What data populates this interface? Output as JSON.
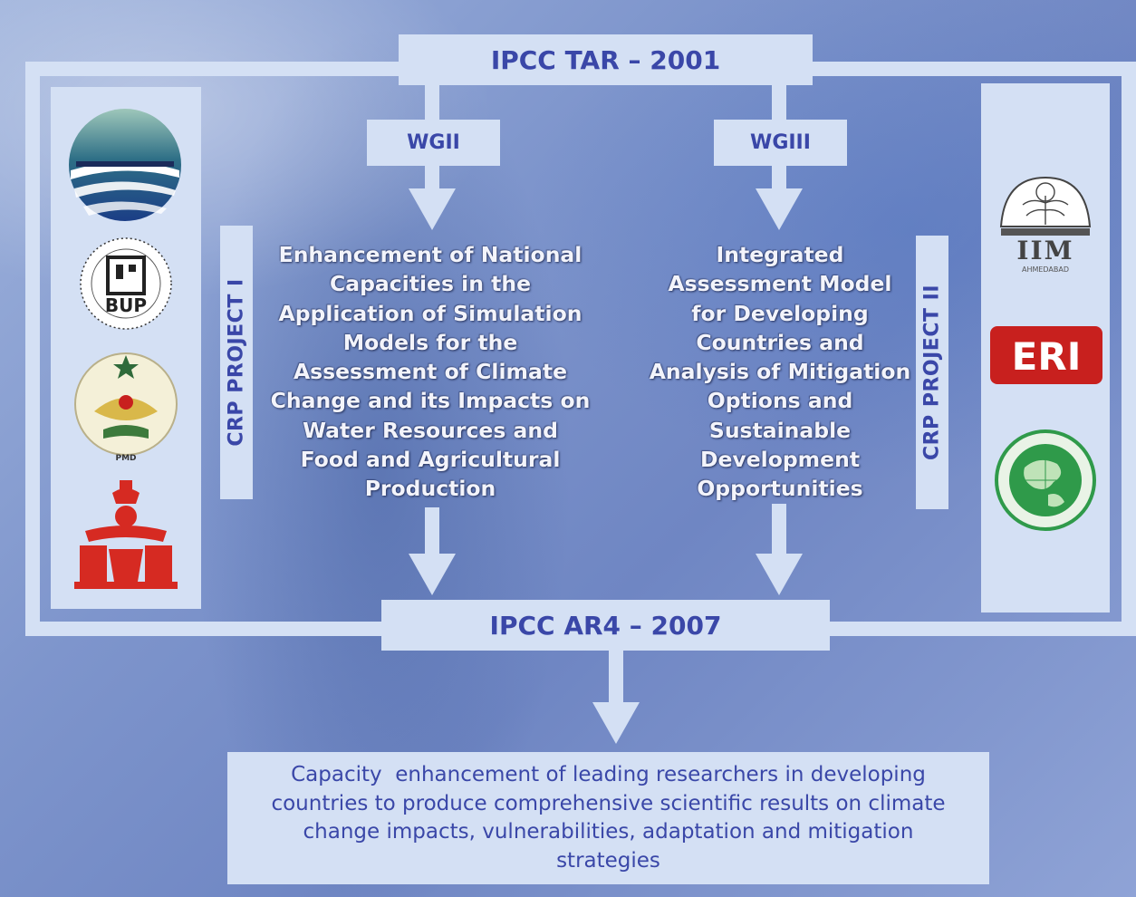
{
  "top_title": "IPCC TAR – 2001",
  "bottom_title": "IPCC AR4 – 2007",
  "wg_left": "WGII",
  "wg_right": "WGIII",
  "project_left": {
    "label": "CRP PROJECT I",
    "lines": [
      "Enhancement of National",
      "Capacities in the",
      "Application of Simulation",
      "Models for the",
      "Assessment of Climate",
      "Change and its Impacts on",
      "Water Resources and",
      "Food and Agricultural",
      "Production"
    ]
  },
  "project_right": {
    "label": "CRP PROJECT II",
    "lines": [
      "Integrated",
      "Assessment Model",
      "for Developing",
      "Countries and",
      "Analysis of Mitigation",
      "Options and",
      "Sustainable",
      "Development",
      "Opportunities"
    ]
  },
  "result_lines": [
    "Capacity  enhancement of leading researchers in developing",
    "countries to produce comprehensive scientific results on climate",
    "change impacts, vulnerabilities, adaptation and mitigation",
    "strategies"
  ],
  "logos_left": [
    {
      "icon": "water-agency-logo",
      "text": ""
    },
    {
      "icon": "bup-logo",
      "text": "BUP"
    },
    {
      "icon": "pmd-logo",
      "text": "PMD"
    },
    {
      "icon": "red-emblem-logo",
      "text": ""
    }
  ],
  "logos_right": [
    {
      "icon": "iim-ahmedabad-logo",
      "text": "IIM",
      "subtext": "AHMEDABAD"
    },
    {
      "icon": "eri-logo",
      "text": "ERI"
    },
    {
      "icon": "green-globe-logo",
      "text": ""
    }
  ],
  "colors": {
    "box_fill": "#d4e0f4",
    "box_text": "#3a47a8",
    "eri_red": "#c8201e",
    "globe_green": "#2f9a4a"
  }
}
